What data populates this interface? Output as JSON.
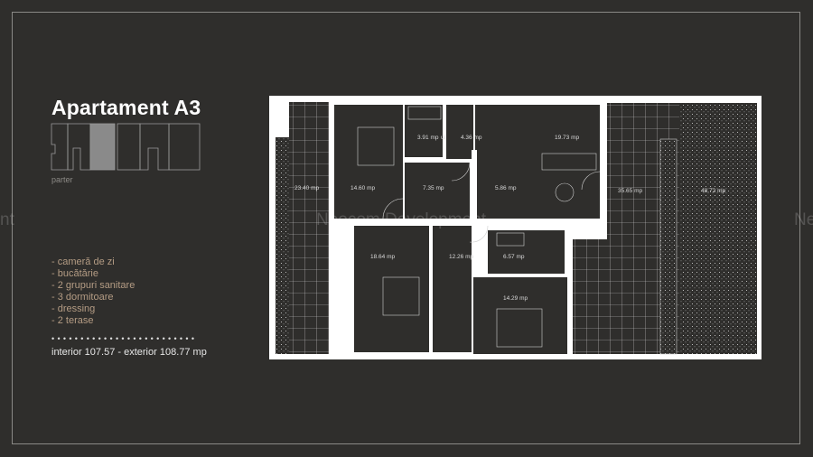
{
  "title": "Apartament A3",
  "level": "parter",
  "features": [
    "- cameră de zi",
    "- bucătărie",
    "- 2 grupuri sanitare",
    "- 3 dormitoare",
    "- dressing",
    "- 2 terase"
  ],
  "separator": "• • • • • • • • • • • • • • • • • • • • • • • • •",
  "area_summary": "interior 107.57 - exterior 108.77 mp",
  "watermark": "Neocom Development",
  "watermark_left": "nt",
  "watermark_right": "Ne",
  "rooms": {
    "terrace_left": "23.40 mp",
    "bedroom1": "14.60 mp",
    "bath1": "3.91 mp",
    "bath1_tag": "ui",
    "corridor": "4.36 mp",
    "hall": "7.35 mp",
    "kitchen": "5.86 mp",
    "living": "19.73 mp",
    "terrace_right": "35.65 mp",
    "garden": "48.72 mp",
    "bedroom2": "18.64 mp",
    "hallway2": "12.26 mp",
    "bath2": "6.57 mp",
    "bedroom3": "14.29 mp"
  },
  "colors": {
    "background": "#2f2e2c",
    "wall": "#ffffff",
    "feature_text": "#b49c84",
    "highlight": "#8a8a8a"
  }
}
